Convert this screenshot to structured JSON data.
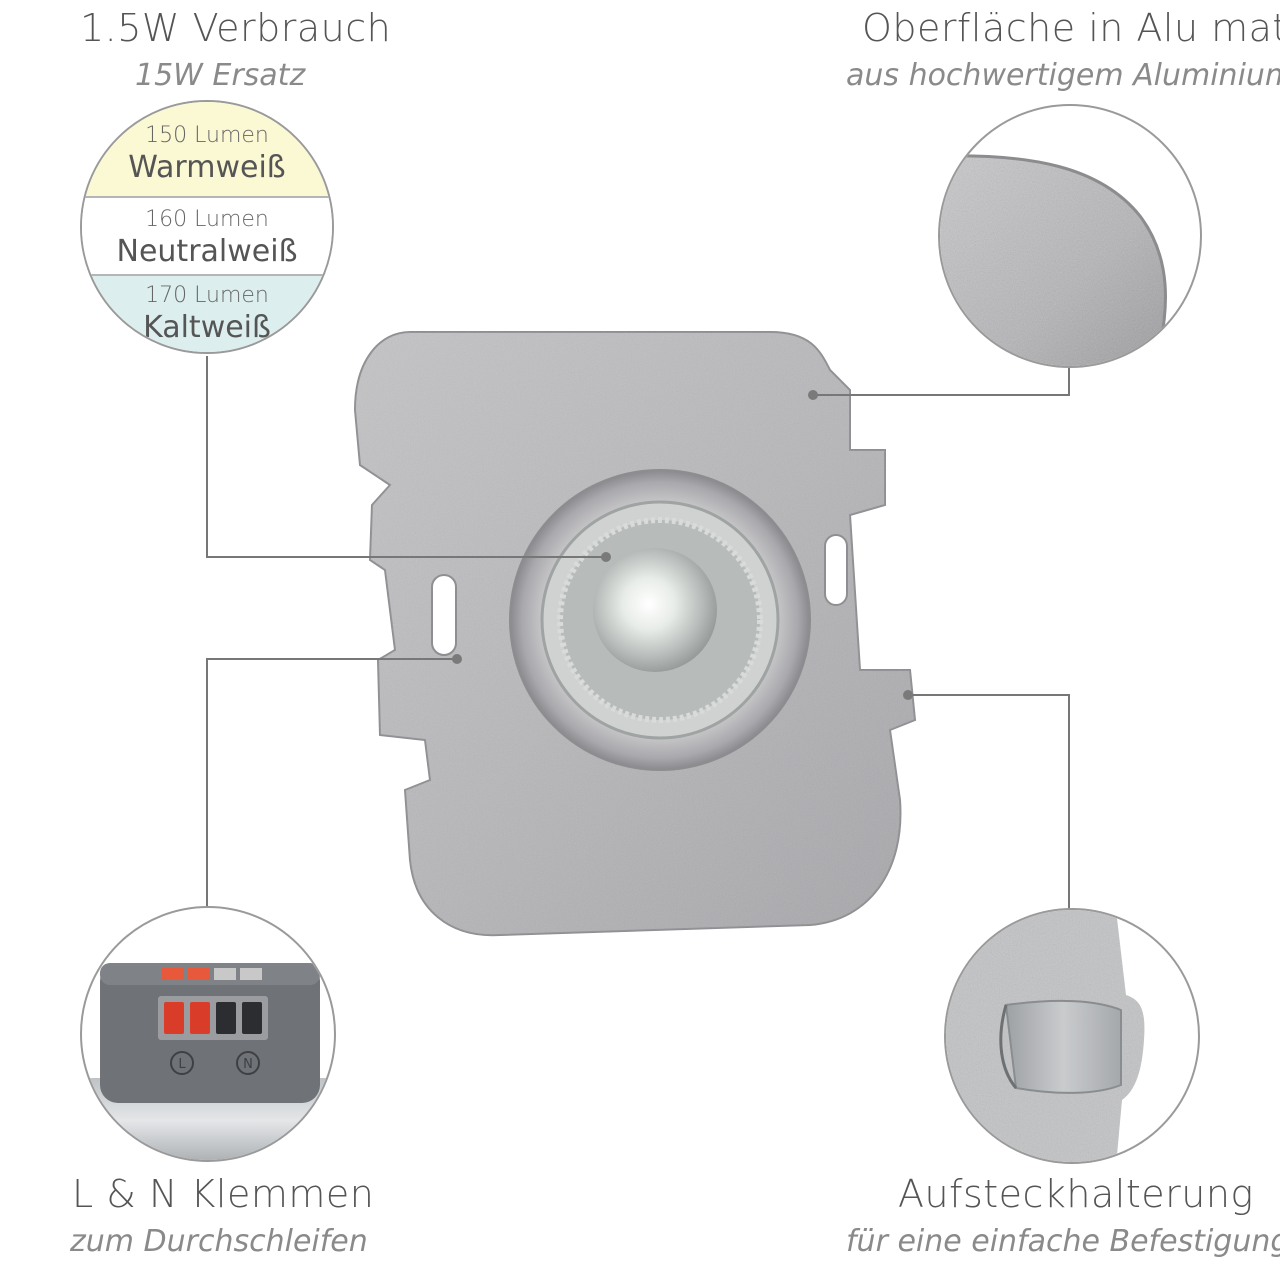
{
  "top_left": {
    "title": "1.5W Verbrauch",
    "subtitle": "15W Ersatz",
    "lumen_options": [
      {
        "lumen": "150 Lumen",
        "color": "Warmweiß",
        "bg": "#fbf8d4"
      },
      {
        "lumen": "160 Lumen",
        "color": "Neutralweiß",
        "bg": "#ffffff"
      },
      {
        "lumen": "170 Lumen",
        "color": "Kaltweiß",
        "bg": "#ddeeee"
      }
    ]
  },
  "top_right": {
    "title": "Oberfläche in Alu matt",
    "subtitle": "aus hochwertigem Aluminium"
  },
  "bottom_left": {
    "title": "L & N Klemmen",
    "subtitle": "zum Durchschleifen",
    "terminal_labels": [
      "L",
      "N"
    ]
  },
  "bottom_right": {
    "title": "Aufsteckhalterung",
    "subtitle": "für eine einfache Befestigung"
  }
}
